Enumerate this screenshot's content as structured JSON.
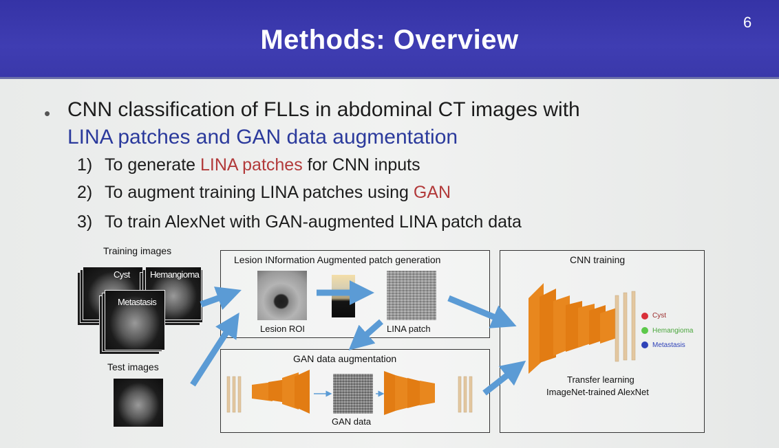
{
  "header": {
    "title": "Methods: Overview",
    "slide_number": "6"
  },
  "bullet": {
    "line1": "CNN classification of FLLs in abdominal CT images with",
    "line2_part1": "LINA patches",
    "line2_part2": " and ",
    "line2_part3": "GAN data augmentation"
  },
  "steps": [
    {
      "num": "1)",
      "pre": "To generate ",
      "highlight": "LINA patches",
      "post": " for CNN inputs"
    },
    {
      "num": "2)",
      "pre": "To augment training LINA patches using ",
      "highlight": "GAN",
      "post": ""
    },
    {
      "num": "3)",
      "pre": "To train AlexNet with GAN-augmented LINA patch data",
      "highlight": "",
      "post": ""
    }
  ],
  "diagram": {
    "training_images_label": "Training images",
    "test_images_label": "Test images",
    "thumb_labels": [
      "Cyst",
      "Hemangioma",
      "Metastasis"
    ],
    "lina_box_title": "Lesion INformation Augmented patch generation",
    "lesion_roi_label": "Lesion ROI",
    "lina_patch_label": "LINA patch",
    "gan_box_title": "GAN data augmentation",
    "gan_data_label": "GAN data",
    "cnn_box_title": "CNN training",
    "transfer_line1": "Transfer learning",
    "transfer_line2": "ImageNet-trained AlexNet",
    "classes": [
      {
        "name": "Cyst",
        "color": "#d9303a"
      },
      {
        "name": "Hemangioma",
        "color": "#5cc84a"
      },
      {
        "name": "Metastasis",
        "color": "#2f43b8"
      }
    ],
    "arrow_color": "#5b9bd5",
    "layer_color": "#e8871e",
    "fc_color": "#e3c7a0"
  }
}
